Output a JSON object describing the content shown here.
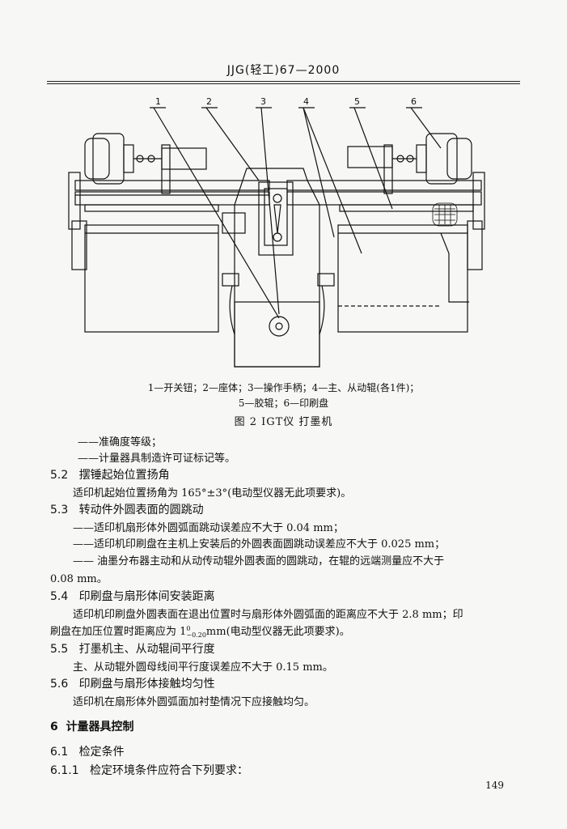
{
  "header": {
    "title": "JJG(轻工)67—2000"
  },
  "figure": {
    "callouts": [
      "1",
      "2",
      "3",
      "4",
      "5",
      "6"
    ],
    "caption_line1": "1—开关钮；2—座体；3—操作手柄；4—主、从动辊(各1件)；",
    "caption_line2": "5—胶辊；6—印刷盘",
    "title": "图 2  IGT仪  打墨机"
  },
  "body": {
    "bullet1": "——准确度等级；",
    "bullet2": "——计量器具制造许可证标记等。",
    "s52_num": "5.2",
    "s52_title": "摆锤起始位置扬角",
    "s52_text": "适印机起始位置扬角为 165°±3°(电动型仪器无此项要求)。",
    "s53_num": "5.3",
    "s53_title": "转动件外圆表面的圆跳动",
    "s53_b1": "——适印机扇形体外圆弧面跳动误差应不大于 0.04 mm；",
    "s53_b2": "——适印机印刷盘在主机上安装后的外圆表面圆跳动误差应不大于 0.025 mm；",
    "s53_b3a": "—— 油墨分布器主动和从动传动辊外圆表面的圆跳动，在辊的远端测量应不大于",
    "s53_b3b": "0.08 mm。",
    "s54_num": "5.4",
    "s54_title": "印刷盘与扇形体间安装距离",
    "s54_text1": "适印机印刷盘外圆表面在退出位置时与扇形体外圆弧面的距离应不大于 2.8 mm；印",
    "s54_text2_a": "刷盘在加压位置时距离应为 1",
    "s54_text2_sup": "0",
    "s54_text2_sub": "−0.20",
    "s54_text2_b": "mm(电动型仪器无此项要求)。",
    "s55_num": "5.5",
    "s55_title": "打墨机主、从动辊间平行度",
    "s55_text": "主、从动辊外圆母线间平行度误差应不大于 0.15 mm。",
    "s56_num": "5.6",
    "s56_title": "印刷盘与扇形体接触均匀性",
    "s56_text": "适印机在扇形体外圆弧面加衬垫情况下应接触均匀。",
    "s6_num": "6",
    "s6_title": "计量器具控制",
    "s61_num": "6.1",
    "s61_title": "检定条件",
    "s611_num": "6.1.1",
    "s611_title": "检定环境条件应符合下列要求："
  },
  "footer": {
    "page_number": "149"
  }
}
